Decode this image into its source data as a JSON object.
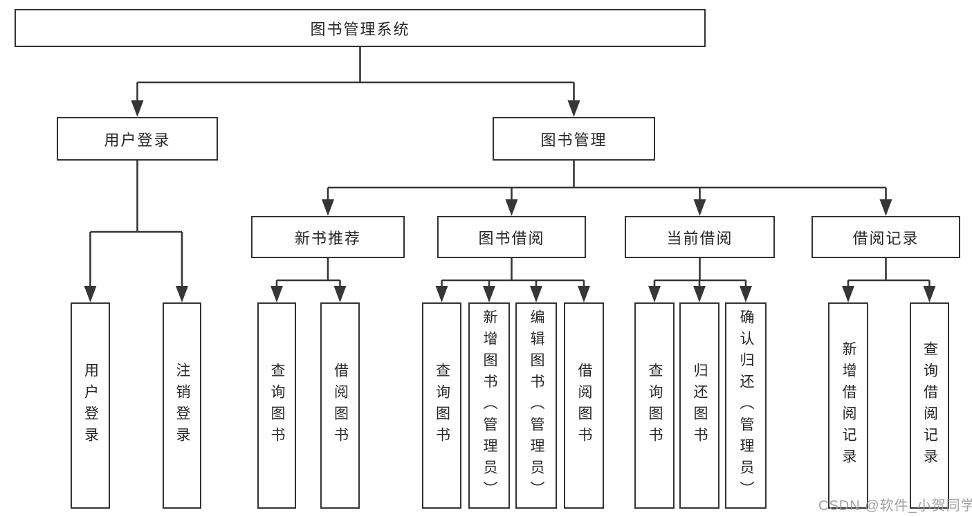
{
  "diagram_type": "functional-structure-tree",
  "nodes": {
    "root": "图书管理系统",
    "user_login": "用户登录",
    "book_mgmt": "图书管理",
    "new_book_rec": "新书推荐",
    "book_borrow": "图书借阅",
    "current_borrow": "当前借阅",
    "borrow_record": "借阅记录",
    "leaf_user_login": "用户登录",
    "leaf_logout": "注销登录",
    "leaf_rec_query": "查询图书",
    "leaf_rec_borrow": "借阅图书",
    "leaf_bb_query": "查询图书",
    "leaf_bb_add": "新增图书（管理员）",
    "leaf_bb_edit": "编辑图书（管理员）",
    "leaf_bb_borrow": "借阅图书",
    "leaf_cur_query": "查询图书",
    "leaf_cur_return": "归还图书",
    "leaf_cur_confirm": "确认归还（管理员）",
    "leaf_log_add": "新增借阅记录",
    "leaf_log_query": "查询借阅记录"
  },
  "edges": [
    [
      "图书管理系统",
      "用户登录"
    ],
    [
      "图书管理系统",
      "图书管理"
    ],
    [
      "用户登录",
      "用户登录"
    ],
    [
      "用户登录",
      "注销登录"
    ],
    [
      "图书管理",
      "新书推荐"
    ],
    [
      "图书管理",
      "图书借阅"
    ],
    [
      "图书管理",
      "当前借阅"
    ],
    [
      "图书管理",
      "借阅记录"
    ],
    [
      "新书推荐",
      "查询图书"
    ],
    [
      "新书推荐",
      "借阅图书"
    ],
    [
      "图书借阅",
      "查询图书"
    ],
    [
      "图书借阅",
      "新增图书（管理员）"
    ],
    [
      "图书借阅",
      "编辑图书（管理员）"
    ],
    [
      "图书借阅",
      "借阅图书"
    ],
    [
      "当前借阅",
      "查询图书"
    ],
    [
      "当前借阅",
      "归还图书"
    ],
    [
      "当前借阅",
      "确认归还（管理员）"
    ],
    [
      "借阅记录",
      "新增借阅记录"
    ],
    [
      "借阅记录",
      "查询借阅记录"
    ]
  ],
  "watermark": {
    "text": "CSDN @软件_小贺同学"
  },
  "colors": {
    "background": "#ffffff",
    "box_border": "#333333",
    "line": "#363636",
    "text": "#262626",
    "watermark": "#969696"
  }
}
